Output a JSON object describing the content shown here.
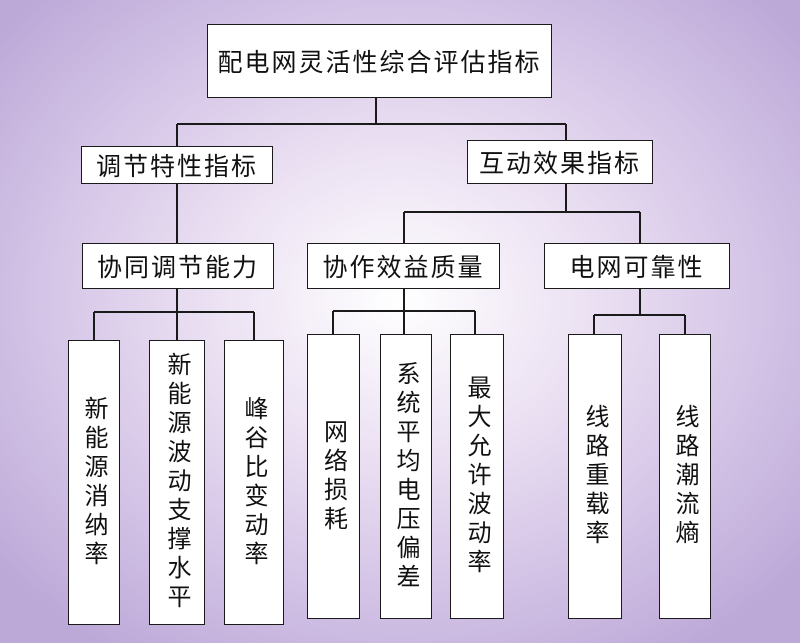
{
  "root": "配电网灵活性综合评估指标",
  "level1": [
    "调节特性指标",
    "互动效果指标"
  ],
  "level2": [
    "协同调节能力",
    "协作效益质量",
    "电网可靠性"
  ],
  "leaves": [
    "新能源消纳率",
    "新能源波动支撑水平",
    "峰谷比变动率",
    "网络损耗",
    "系统平均电压偏差",
    "最大允许波动率",
    "线路重载率",
    "线路潮流熵"
  ],
  "colors": {
    "background_center": "#ffffff",
    "background_edge": "#bda9d8",
    "box_fill": "#ffffff",
    "line": "#1a1a1a"
  }
}
